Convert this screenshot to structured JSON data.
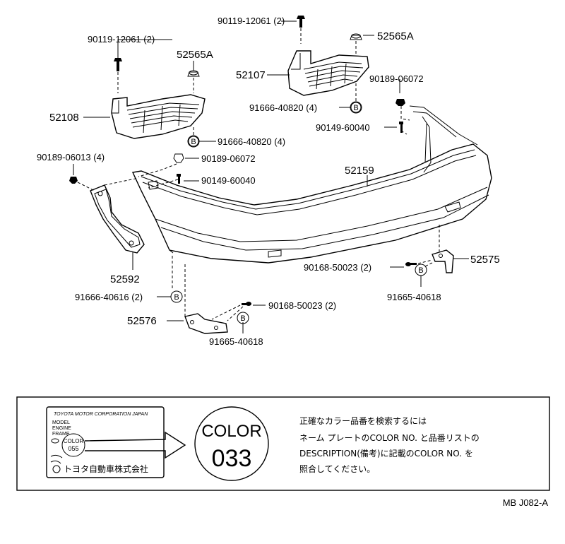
{
  "diagram": {
    "parts": {
      "bolt_top": "90119-12061 (2)",
      "bolt_left": "90119-12061  (2)",
      "nut_left": "52565A",
      "nut_right": "52565A",
      "retainer_left": "52108",
      "retainer_right": "52107",
      "clip_right": "90189-06072",
      "bolt_right": "90149-60040",
      "spec_b_right": "91666-40820 (4)",
      "spec_b_left": "91666-40820  (4)",
      "clip_left_4": "90189-06013 (4)",
      "clip_center": "90189-06072",
      "bolt_center": "90149-60040",
      "bumper_cover": "52159",
      "bracket_left": "52592",
      "spec_b_bottom_left": "91666-40616 (2)",
      "screw_right": "90168-50023 (2)",
      "stay_right": "52575",
      "spec_b_stay_right": "91665-40618",
      "screw_bottom": "90168-50023  (2)",
      "stay_left": "52576",
      "spec_b_stay_left": "91665-40618"
    },
    "circle_label": "B",
    "code": "MB  J082-A"
  },
  "color_panel": {
    "plate_title": "TOYOTA MOTOR CORPORATION JAPAN",
    "plate_row1": "MODEL",
    "plate_row2": "ENGINE",
    "plate_row3": "FRAME",
    "plate_color_word": "COLOR",
    "plate_color_code": "055",
    "plate_footer": "トヨタ自動車株式会社",
    "big_color_word": "COLOR",
    "big_color_code": "033",
    "instruction_line1": "正確なカラー品番を検索するには",
    "instruction_line2": "ネーム  プレートのCOLOR  NO. と品番リストの",
    "instruction_line3": "DESCRIPTION(備考)に記載のCOLOR  NO. を",
    "instruction_line4": "照合してください。"
  }
}
